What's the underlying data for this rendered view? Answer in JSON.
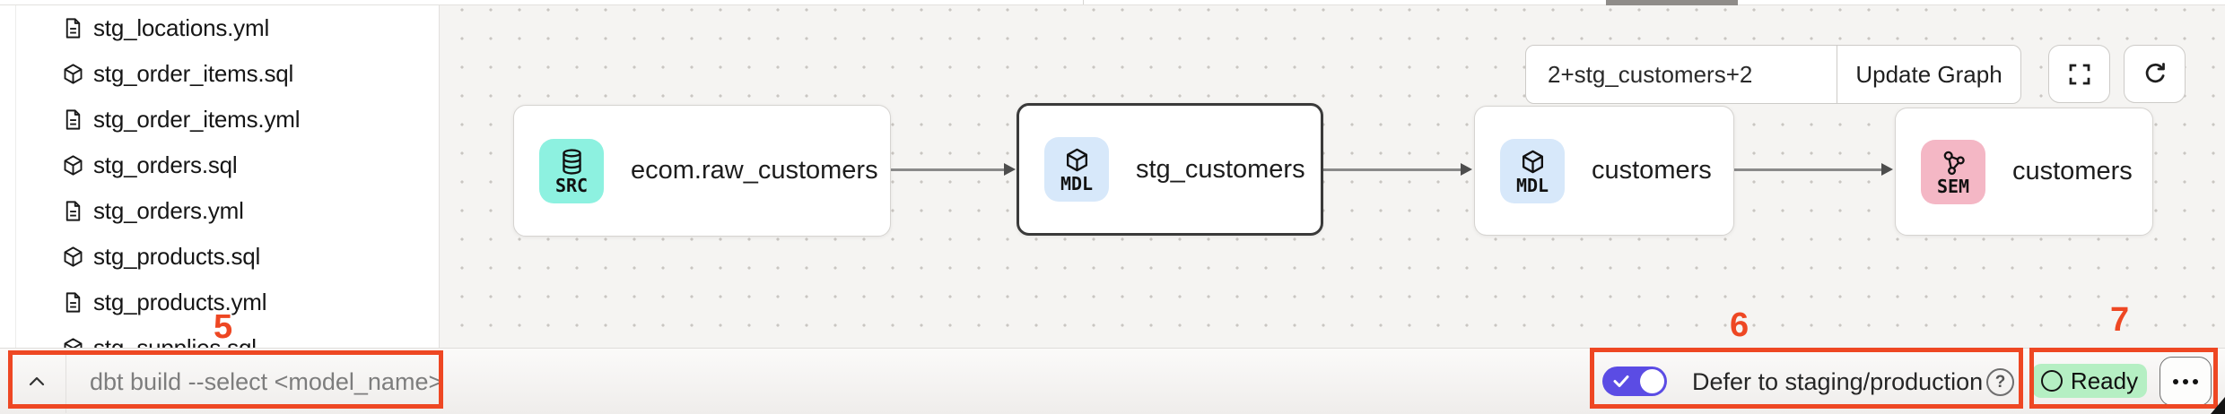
{
  "sidebar": {
    "files": [
      {
        "name": "stg_locations.yml",
        "type": "yml"
      },
      {
        "name": "stg_order_items.sql",
        "type": "sql"
      },
      {
        "name": "stg_order_items.yml",
        "type": "yml"
      },
      {
        "name": "stg_orders.sql",
        "type": "sql"
      },
      {
        "name": "stg_orders.yml",
        "type": "yml"
      },
      {
        "name": "stg_products.sql",
        "type": "sql"
      },
      {
        "name": "stg_products.yml",
        "type": "yml"
      },
      {
        "name": "stg_supplies.sql",
        "type": "sql",
        "partially_visible": true
      }
    ]
  },
  "graph": {
    "filter_value": "2+stg_customers+2",
    "update_button_label": "Update Graph",
    "icons": [
      "fullscreen-icon",
      "refresh-icon"
    ],
    "nodes": [
      {
        "badge": "SRC",
        "badge_icon": "database-icon",
        "label": "ecom.raw_customers",
        "badge_color": "#8df1e0",
        "selected": false
      },
      {
        "badge": "MDL",
        "badge_icon": "cube-icon",
        "label": "stg_customers",
        "badge_color": "#d7e8fa",
        "selected": true
      },
      {
        "badge": "MDL",
        "badge_icon": "cube-icon",
        "label": "customers",
        "badge_color": "#d7e8fa",
        "selected": false
      },
      {
        "badge": "SEM",
        "badge_icon": "semantic-graph-icon",
        "label": "customers",
        "badge_color": "#f4b7c5",
        "selected": false
      }
    ],
    "edges": [
      {
        "from": "ecom.raw_customers",
        "to": "stg_customers"
      },
      {
        "from": "stg_customers",
        "to": "customers (MDL)"
      },
      {
        "from": "customers (MDL)",
        "to": "customers (SEM)"
      }
    ]
  },
  "command_bar": {
    "collapse_icon": "chevron-up-icon",
    "placeholder": "dbt build --select <model_name>"
  },
  "status_bar": {
    "defer_toggle_on": true,
    "defer_label": "Defer to staging/production",
    "help_glyph": "?",
    "ready_label": "Ready",
    "more_icon": "ellipsis-icon"
  },
  "annotations": {
    "color": "#ee4723",
    "items": [
      {
        "number": "5",
        "target": "command bar input"
      },
      {
        "number": "6",
        "target": "defer to staging/production toggle"
      },
      {
        "number": "7",
        "target": "ready status and more menu"
      }
    ]
  },
  "colors": {
    "canvas_bg": "#f5f4f2",
    "toggle_on": "#5b4ce4",
    "ready_bg": "#b5efc3",
    "annotation": "#ee4723"
  }
}
